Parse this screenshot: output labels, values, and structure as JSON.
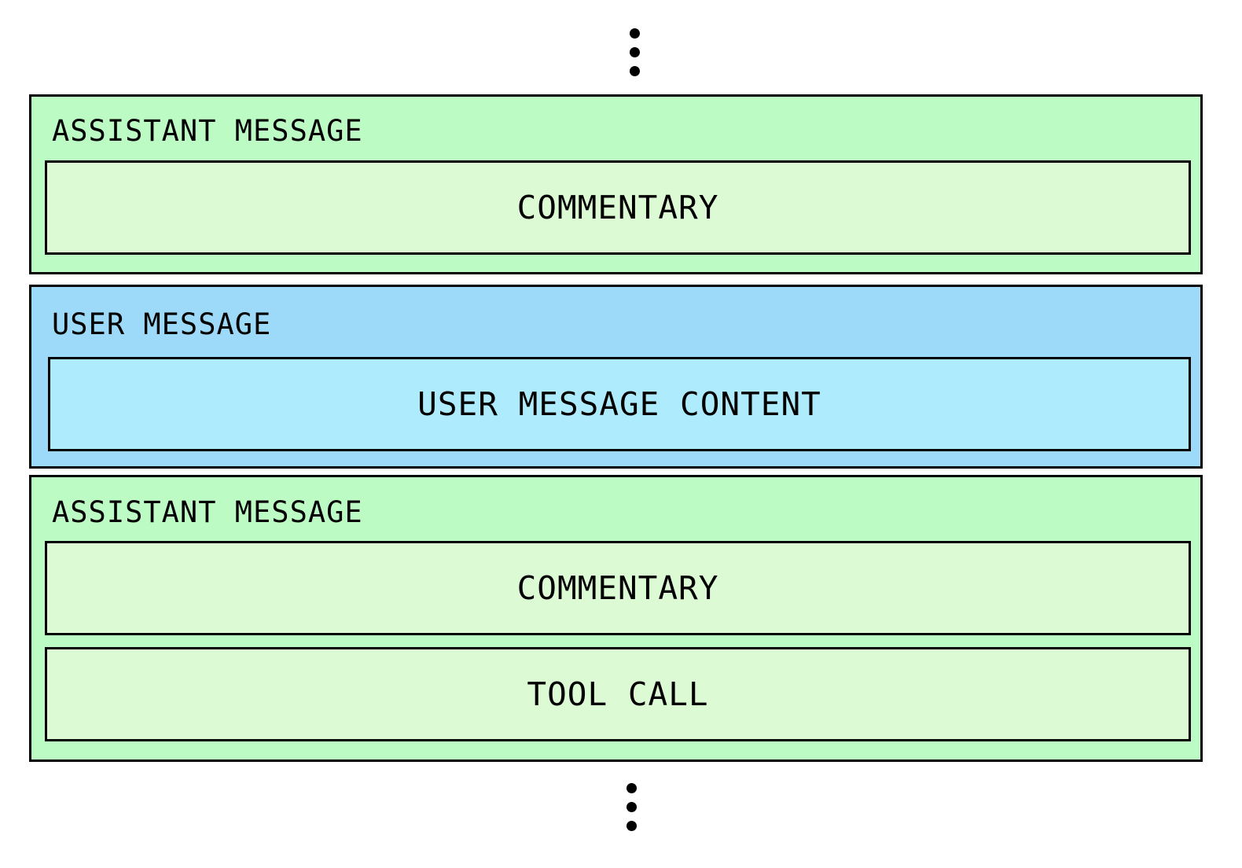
{
  "diagram": {
    "messages": [
      {
        "role": "assistant",
        "label": "ASSISTANT MESSAGE",
        "parts": [
          "COMMENTARY"
        ]
      },
      {
        "role": "user",
        "label": "USER MESSAGE",
        "parts": [
          "USER MESSAGE CONTENT"
        ]
      },
      {
        "role": "assistant",
        "label": "ASSISTANT MESSAGE",
        "parts": [
          "COMMENTARY",
          "TOOL CALL"
        ]
      }
    ],
    "colors": {
      "assistant_outer": "#bdfbc4",
      "assistant_inner": "#dcfad3",
      "user_outer": "#9dd9f8",
      "user_inner": "#aeebfd",
      "border": "#000000"
    },
    "continuation_marker_top": "vertical-ellipsis-icon",
    "continuation_marker_bottom": "vertical-ellipsis-icon"
  }
}
